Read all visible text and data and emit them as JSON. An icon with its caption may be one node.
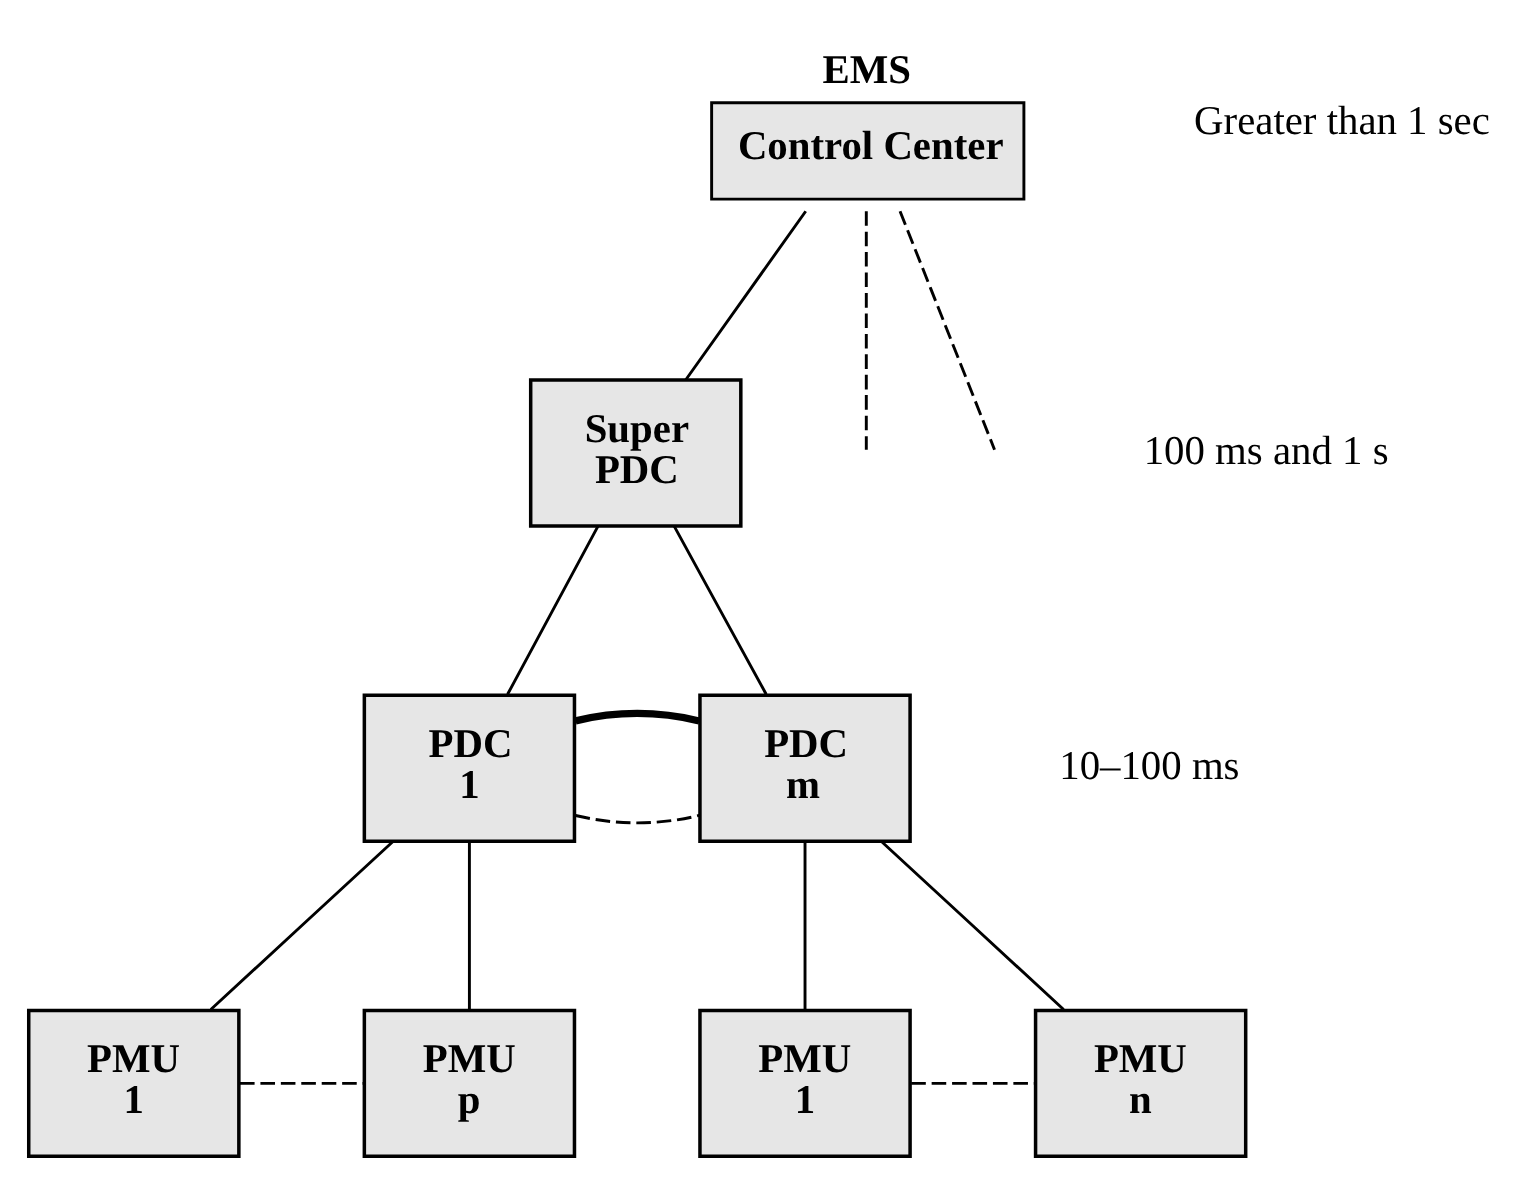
{
  "diagram": {
    "nodes": [
      {
        "text": [
          "EMS",
          "Control Center"
        ]
      },
      {
        "text": [
          "Super PDC"
        ]
      },
      {
        "text": [
          "PDC 1"
        ]
      },
      {
        "text": [
          "PDC m"
        ]
      },
      {
        "text": [
          "PMU 1"
        ]
      },
      {
        "text": [
          "PMU p"
        ]
      },
      {
        "text": [
          "PMU 1"
        ]
      },
      {
        "text": [
          "PMU n"
        ]
      }
    ],
    "edges": [
      {
        "from": 0,
        "to": 1,
        "arrow": "none"
      },
      {
        "from": 0,
        "to": null,
        "arrow": "none",
        "style": "dashed"
      },
      {
        "from": 0,
        "to": null,
        "arrow": "none",
        "style": "dashed"
      },
      {
        "from": 1,
        "to": 2,
        "arrow": "none"
      },
      {
        "from": 1,
        "to": 3,
        "arrow": "none"
      },
      {
        "from": 2,
        "to": 3,
        "arrow": "none",
        "style": "dashed"
      },
      {
        "from": 2,
        "to": 3,
        "arrow": "none",
        "style": "thick"
      },
      {
        "from": 2,
        "to": 4,
        "arrow": "none"
      },
      {
        "from": 2,
        "to": 5,
        "arrow": "none"
      },
      {
        "from": 3,
        "to": 6,
        "arrow": "none"
      },
      {
        "from": 3,
        "to": 7,
        "arrow": "none"
      },
      {
        "from": 4,
        "to": 5,
        "arrow": "none",
        "style": "dashed"
      },
      {
        "from": 6,
        "to": 7,
        "arrow": "none",
        "style": "dashed"
      }
    ],
    "labels": [
      "Greater than 1 sec",
      "100 ms and 1 s",
      "10–100 ms"
    ]
  }
}
